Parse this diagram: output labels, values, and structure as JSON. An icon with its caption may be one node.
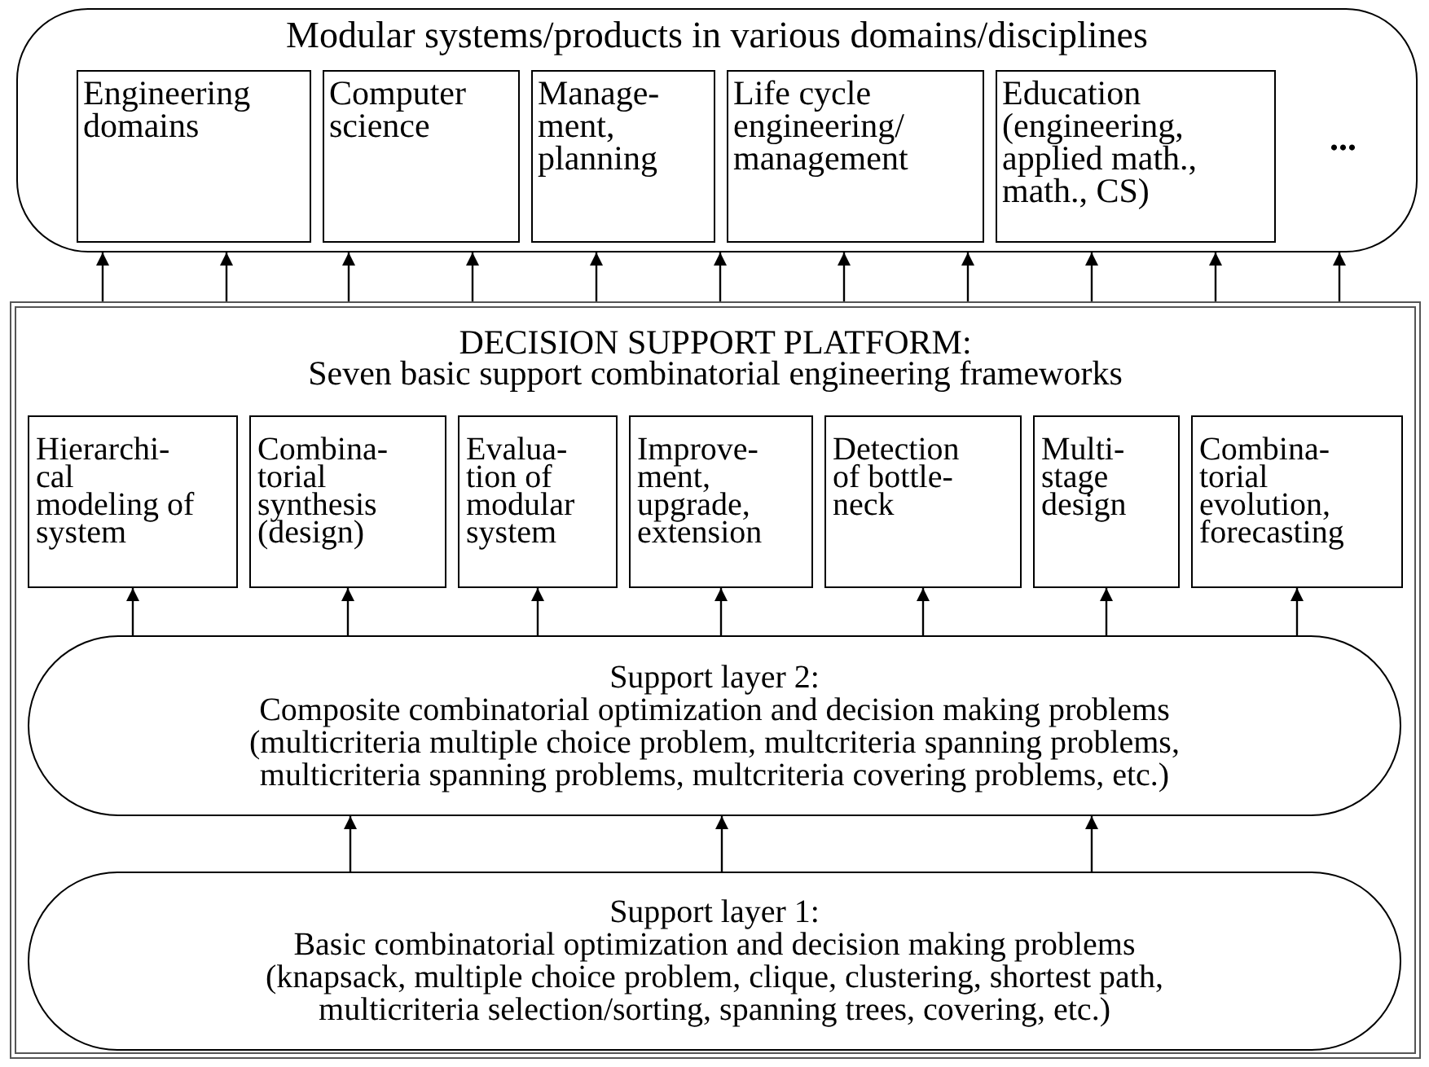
{
  "diagram": {
    "nodes": [
      {
        "text": [
          "Modular systems/products in various domains/disciplines"
        ]
      },
      {
        "text": [
          "Engineering domains"
        ],
        "in": 0
      },
      {
        "text": [
          "Computer science"
        ],
        "in": 0
      },
      {
        "text": [
          "Manage- ment, planning"
        ],
        "in": 0
      },
      {
        "text": [
          "Life cycle engineering/ management"
        ],
        "in": 0
      },
      {
        "text": [
          "Education (engineering, applied math., math., CS)"
        ],
        "in": 0
      },
      {
        "text": [
          "DECISION SUPPORT PLATFORM:",
          "Seven basic support combinatorial engineering frameworks"
        ]
      },
      {
        "text": [
          "Hierarchi- cal modeling of system"
        ],
        "in": 6
      },
      {
        "text": [
          "Combina- torial synthesis (design)"
        ],
        "in": 6
      },
      {
        "text": [
          "Evalua- tion of modular system"
        ],
        "in": 6
      },
      {
        "text": [
          "Improve- ment, upgrade, extension"
        ],
        "in": 6
      },
      {
        "text": [
          "Detection of bottle- neck"
        ],
        "in": 6
      },
      {
        "text": [
          "Multi- stage design"
        ],
        "in": 6
      },
      {
        "text": [
          "Combina- torial evolution, forecasting"
        ],
        "in": 6
      },
      {
        "text": [
          "Support layer 2:",
          "Composite combinatorial optimization and decision making problems",
          "(multicriteria multiple choice problem, multcriteria spanning problems, multicriteria spanning problems, multcriteria covering problems, etc.)"
        ],
        "in": 6
      },
      {
        "text": [
          "Support layer 1:",
          "Basic combinatorial optimization and decision making problems",
          "(knapsack, multiple choice problem, clique, clustering, shortest path, multicriteria selection/sorting, spanning trees, covering, etc.)"
        ],
        "in": 6
      }
    ],
    "edges": [
      {
        "from": 6,
        "to": 0,
        "arrow": "to"
      },
      {
        "from": 6,
        "to": 0,
        "arrow": "to"
      },
      {
        "from": 6,
        "to": 0,
        "arrow": "to"
      },
      {
        "from": 6,
        "to": 0,
        "arrow": "to"
      },
      {
        "from": 6,
        "to": 0,
        "arrow": "to"
      },
      {
        "from": 6,
        "to": 0,
        "arrow": "to"
      },
      {
        "from": 6,
        "to": 0,
        "arrow": "to"
      },
      {
        "from": 6,
        "to": 0,
        "arrow": "to"
      },
      {
        "from": 6,
        "to": 0,
        "arrow": "to"
      },
      {
        "from": 6,
        "to": 0,
        "arrow": "to"
      },
      {
        "from": 6,
        "to": 0,
        "arrow": "to"
      },
      {
        "from": 14,
        "to": 7,
        "arrow": "to"
      },
      {
        "from": 14,
        "to": 8,
        "arrow": "to"
      },
      {
        "from": 14,
        "to": 9,
        "arrow": "to"
      },
      {
        "from": 14,
        "to": 10,
        "arrow": "to"
      },
      {
        "from": 14,
        "to": 11,
        "arrow": "to"
      },
      {
        "from": 14,
        "to": 12,
        "arrow": "to"
      },
      {
        "from": 14,
        "to": 13,
        "arrow": "to"
      },
      {
        "from": 15,
        "to": 14,
        "arrow": "to"
      },
      {
        "from": 15,
        "to": 14,
        "arrow": "to"
      },
      {
        "from": 15,
        "to": 14,
        "arrow": "to"
      }
    ],
    "labels": [
      "..."
    ]
  }
}
